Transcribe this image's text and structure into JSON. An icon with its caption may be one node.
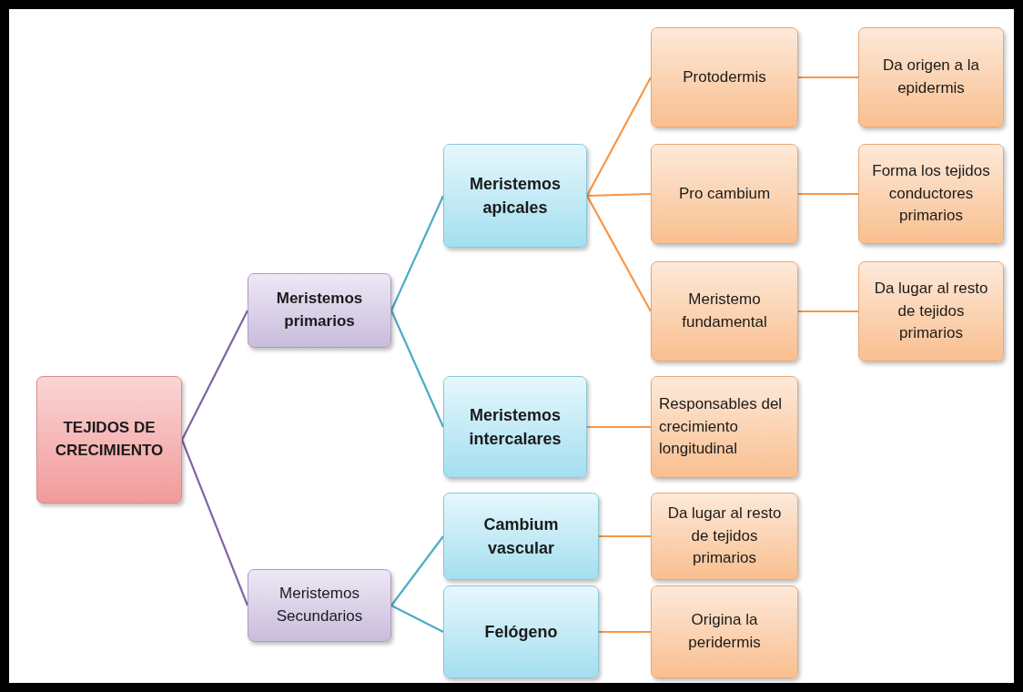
{
  "diagram": {
    "nodes": [
      {
        "text": [
          "TEJIDOS DE CRECIMIENTO"
        ]
      },
      {
        "text": [
          "Meristemos primarios"
        ]
      },
      {
        "text": [
          "Meristemos Secundarios"
        ]
      },
      {
        "text": [
          "Meristemos apicales"
        ]
      },
      {
        "text": [
          "Meristemos intercalares"
        ]
      },
      {
        "text": [
          "Cambium vascular"
        ]
      },
      {
        "text": [
          "Felógeno"
        ]
      },
      {
        "text": [
          "Protodermis"
        ]
      },
      {
        "text": [
          "Pro cambium"
        ]
      },
      {
        "text": [
          "Meristemo fundamental"
        ]
      },
      {
        "text": [
          "Da origen a la epidermis"
        ]
      },
      {
        "text": [
          "Forma los tejidos conductores primarios"
        ]
      },
      {
        "text": [
          "Da lugar al resto de tejidos primarios"
        ]
      },
      {
        "text": [
          "Responsables del crecimiento longitudinal"
        ]
      },
      {
        "text": [
          "Da lugar al resto de tejidos primarios"
        ]
      },
      {
        "text": [
          "Origina la peridermis"
        ]
      }
    ],
    "edges": [
      {
        "from": 0,
        "to": 1,
        "arrow": "none",
        "color": "#8064a2"
      },
      {
        "from": 0,
        "to": 2,
        "arrow": "none",
        "color": "#8064a2"
      },
      {
        "from": 1,
        "to": 3,
        "arrow": "none",
        "color": "#4bacc6"
      },
      {
        "from": 1,
        "to": 4,
        "arrow": "none",
        "color": "#4bacc6"
      },
      {
        "from": 2,
        "to": 5,
        "arrow": "none",
        "color": "#4bacc6"
      },
      {
        "from": 2,
        "to": 6,
        "arrow": "none",
        "color": "#4bacc6"
      },
      {
        "from": 3,
        "to": 7,
        "arrow": "none"
      },
      {
        "from": 3,
        "to": 8,
        "arrow": "none"
      },
      {
        "from": 3,
        "to": 9,
        "arrow": "none"
      },
      {
        "from": 7,
        "to": 10,
        "arrow": "none"
      },
      {
        "from": 8,
        "to": 11,
        "arrow": "none"
      },
      {
        "from": 9,
        "to": 12,
        "arrow": "none"
      },
      {
        "from": 4,
        "to": 13,
        "arrow": "none"
      },
      {
        "from": 5,
        "to": 14,
        "arrow": "none"
      },
      {
        "from": 6,
        "to": 15,
        "arrow": "none"
      }
    ]
  }
}
